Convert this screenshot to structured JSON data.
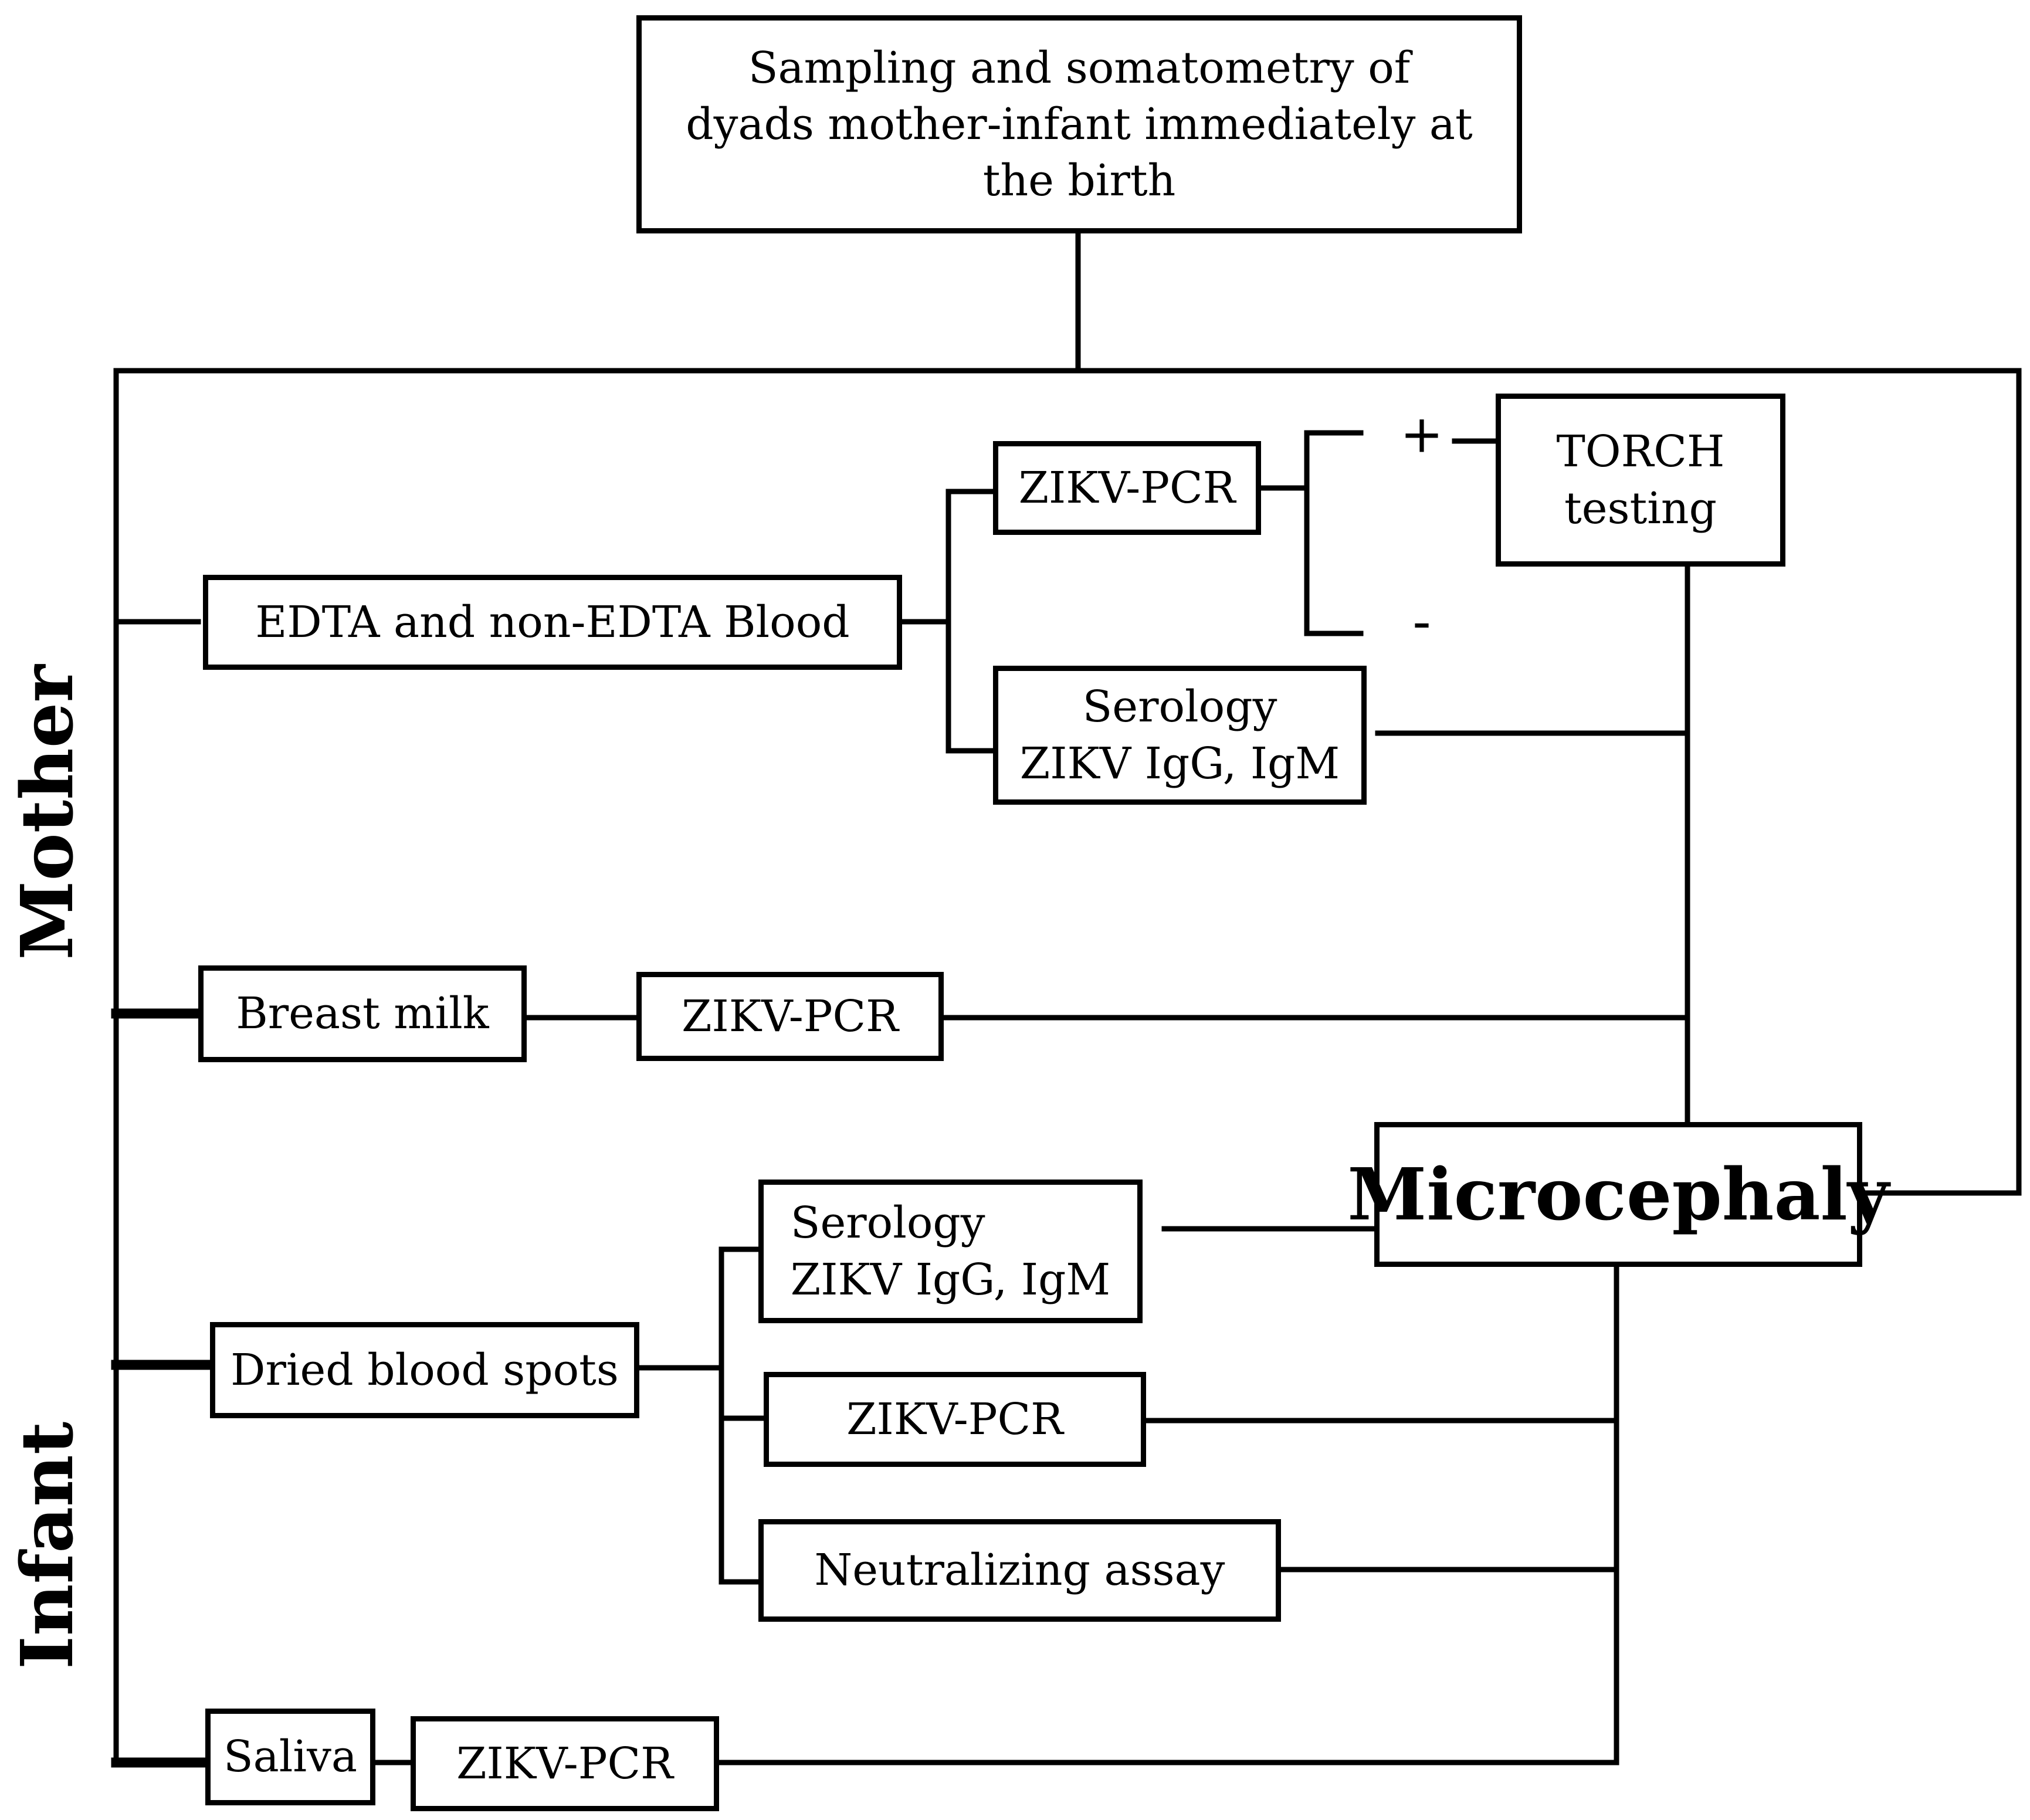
{
  "top": {
    "lines": [
      "Sampling and somatometry of",
      "dyads mother-infant immediately at",
      "the birth"
    ]
  },
  "labels": {
    "mother": "Mother",
    "infant": "Infant"
  },
  "mother": {
    "blood": "EDTA and non-EDTA Blood",
    "zikv_pcr_blood": "ZIKV-PCR",
    "serology_line1": "Serology",
    "serology_line2": "ZIKV IgG, IgM",
    "plus": "+",
    "minus": "-",
    "torch_line1": "TORCH",
    "torch_line2": "testing",
    "breast_milk": "Breast milk",
    "zikv_pcr_milk": "ZIKV-PCR"
  },
  "outcome": "Microcephaly",
  "infant": {
    "dbs": "Dried blood spots",
    "serology_line1": "Serology",
    "serology_line2": "ZIKV IgG, IgM",
    "zikv_pcr_dbs": "ZIKV-PCR",
    "neutralizing": "Neutralizing assay",
    "saliva": "Saliva",
    "zikv_pcr_saliva": "ZIKV-PCR"
  }
}
